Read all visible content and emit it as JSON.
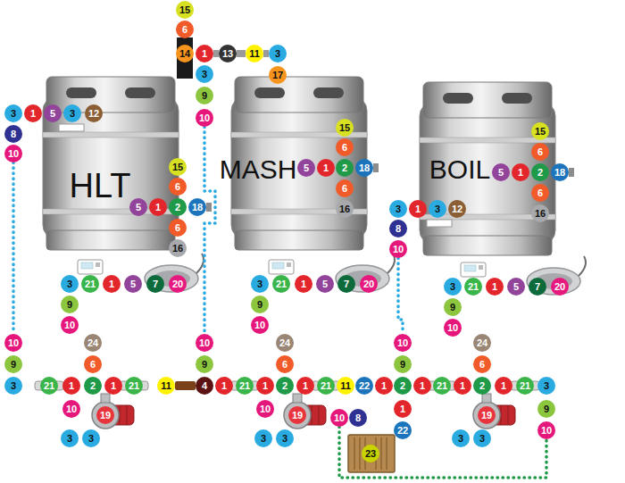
{
  "diagram": {
    "nodes": [
      {
        "text": [
          "15"
        ]
      },
      {
        "text": [
          "6"
        ]
      },
      {
        "text": [
          "14"
        ]
      },
      {
        "text": [
          "1"
        ]
      },
      {
        "text": [
          "13"
        ]
      },
      {
        "text": [
          "11"
        ]
      },
      {
        "text": [
          "3"
        ]
      },
      {
        "text": [
          "3"
        ]
      },
      {
        "text": [
          "17"
        ]
      },
      {
        "text": [
          "9"
        ]
      },
      {
        "text": [
          "10"
        ]
      },
      {
        "text": [
          "3"
        ]
      },
      {
        "text": [
          "1"
        ]
      },
      {
        "text": [
          "5"
        ]
      },
      {
        "text": [
          "3"
        ]
      },
      {
        "text": [
          "12"
        ]
      },
      {
        "text": [
          "8"
        ]
      },
      {
        "text": [
          "10"
        ]
      },
      {
        "text": [
          "15"
        ]
      },
      {
        "text": [
          "6"
        ]
      },
      {
        "text": [
          "5"
        ]
      },
      {
        "text": [
          "1"
        ]
      },
      {
        "text": [
          "2"
        ]
      },
      {
        "text": [
          "18"
        ]
      },
      {
        "text": [
          "6"
        ]
      },
      {
        "text": [
          "16"
        ]
      },
      {
        "text": [
          "15"
        ]
      },
      {
        "text": [
          "6"
        ]
      },
      {
        "text": [
          "5"
        ]
      },
      {
        "text": [
          "1"
        ]
      },
      {
        "text": [
          "2"
        ]
      },
      {
        "text": [
          "18"
        ]
      },
      {
        "text": [
          "6"
        ]
      },
      {
        "text": [
          "16"
        ]
      },
      {
        "text": [
          "15"
        ]
      },
      {
        "text": [
          "6"
        ]
      },
      {
        "text": [
          "5"
        ]
      },
      {
        "text": [
          "1"
        ]
      },
      {
        "text": [
          "2"
        ]
      },
      {
        "text": [
          "18"
        ]
      },
      {
        "text": [
          "6"
        ]
      },
      {
        "text": [
          "16"
        ]
      },
      {
        "text": [
          "3"
        ]
      },
      {
        "text": [
          "1"
        ]
      },
      {
        "text": [
          "3"
        ]
      },
      {
        "text": [
          "12"
        ]
      },
      {
        "text": [
          "8"
        ]
      },
      {
        "text": [
          "10"
        ]
      },
      {
        "text": [
          "3"
        ]
      },
      {
        "text": [
          "21"
        ]
      },
      {
        "text": [
          "1"
        ]
      },
      {
        "text": [
          "5"
        ]
      },
      {
        "text": [
          "7"
        ]
      },
      {
        "text": [
          "20"
        ]
      },
      {
        "text": [
          "9"
        ]
      },
      {
        "text": [
          "10"
        ]
      },
      {
        "text": [
          "3"
        ]
      },
      {
        "text": [
          "21"
        ]
      },
      {
        "text": [
          "1"
        ]
      },
      {
        "text": [
          "5"
        ]
      },
      {
        "text": [
          "7"
        ]
      },
      {
        "text": [
          "20"
        ]
      },
      {
        "text": [
          "9"
        ]
      },
      {
        "text": [
          "10"
        ]
      },
      {
        "text": [
          "3"
        ]
      },
      {
        "text": [
          "21"
        ]
      },
      {
        "text": [
          "1"
        ]
      },
      {
        "text": [
          "5"
        ]
      },
      {
        "text": [
          "7"
        ]
      },
      {
        "text": [
          "20"
        ]
      },
      {
        "text": [
          "9"
        ]
      },
      {
        "text": [
          "10"
        ]
      },
      {
        "text": [
          "10"
        ]
      },
      {
        "text": [
          "24"
        ]
      },
      {
        "text": [
          "10"
        ]
      },
      {
        "text": [
          "24"
        ]
      },
      {
        "text": [
          "10"
        ]
      },
      {
        "text": [
          "24"
        ]
      },
      {
        "text": [
          "9"
        ]
      },
      {
        "text": [
          "6"
        ]
      },
      {
        "text": [
          "9"
        ]
      },
      {
        "text": [
          "6"
        ]
      },
      {
        "text": [
          "9"
        ]
      },
      {
        "text": [
          "6"
        ]
      },
      {
        "text": [
          "3"
        ]
      },
      {
        "text": [
          "21"
        ]
      },
      {
        "text": [
          "1"
        ]
      },
      {
        "text": [
          "2"
        ]
      },
      {
        "text": [
          "1"
        ]
      },
      {
        "text": [
          "21"
        ]
      },
      {
        "text": [
          "11"
        ]
      },
      {
        "text": [
          "4"
        ]
      },
      {
        "text": [
          "1"
        ]
      },
      {
        "text": [
          "21"
        ]
      },
      {
        "text": [
          "1"
        ]
      },
      {
        "text": [
          "2"
        ]
      },
      {
        "text": [
          "1"
        ]
      },
      {
        "text": [
          "21"
        ]
      },
      {
        "text": [
          "11"
        ]
      },
      {
        "text": [
          "22"
        ]
      },
      {
        "text": [
          "1"
        ]
      },
      {
        "text": [
          "2"
        ]
      },
      {
        "text": [
          "1"
        ]
      },
      {
        "text": [
          "21"
        ]
      },
      {
        "text": [
          "1"
        ]
      },
      {
        "text": [
          "2"
        ]
      },
      {
        "text": [
          "1"
        ]
      },
      {
        "text": [
          "21"
        ]
      },
      {
        "text": [
          "3"
        ]
      },
      {
        "text": [
          "10"
        ]
      },
      {
        "text": [
          "19"
        ]
      },
      {
        "text": [
          "10"
        ]
      },
      {
        "text": [
          "19"
        ]
      },
      {
        "text": [
          "1"
        ]
      },
      {
        "text": [
          "10"
        ]
      },
      {
        "text": [
          "8"
        ]
      },
      {
        "text": [
          "19"
        ]
      },
      {
        "text": [
          "9"
        ]
      },
      {
        "text": [
          "22"
        ]
      },
      {
        "text": [
          "10"
        ]
      },
      {
        "text": [
          "3"
        ]
      },
      {
        "text": [
          "3"
        ]
      },
      {
        "text": [
          "3"
        ]
      },
      {
        "text": [
          "3"
        ]
      },
      {
        "text": [
          "3"
        ]
      },
      {
        "text": [
          "3"
        ]
      },
      {
        "text": [
          "23"
        ]
      }
    ],
    "edges": [
      {
        "from": 17,
        "to": 72,
        "arrow": "none"
      },
      {
        "from": 10,
        "to": 74,
        "arrow": "none"
      },
      {
        "from": 47,
        "to": 76,
        "arrow": "none"
      },
      {
        "from": 114,
        "to": 119,
        "arrow": "none"
      }
    ],
    "labels": [
      "HLT",
      "MASH",
      "BOIL"
    ]
  }
}
